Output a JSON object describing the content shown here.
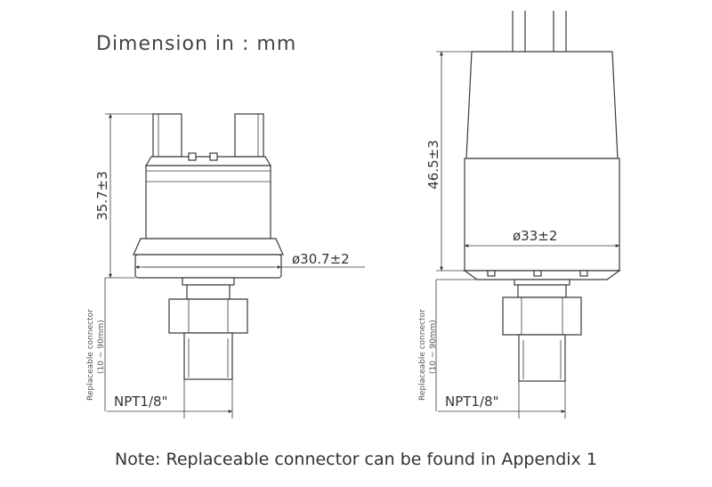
{
  "title": "Dimension in : mm",
  "note": "Note: Replaceable connector can be found in Appendix 1",
  "left_sensor": {
    "height_label": "35.7±3",
    "diameter_label": "ø30.7±2",
    "connector_label_line1": "Replaceable connector",
    "connector_label_line2": "(10 ~ 90mm)",
    "thread_label": "NPT1/8\""
  },
  "right_sensor": {
    "height_label": "46.5±3",
    "diameter_label": "ø33±2",
    "connector_label_line1": "Replaceable connector",
    "connector_label_line2": "(10 ~ 90mm)",
    "thread_label": "NPT1/8\""
  }
}
